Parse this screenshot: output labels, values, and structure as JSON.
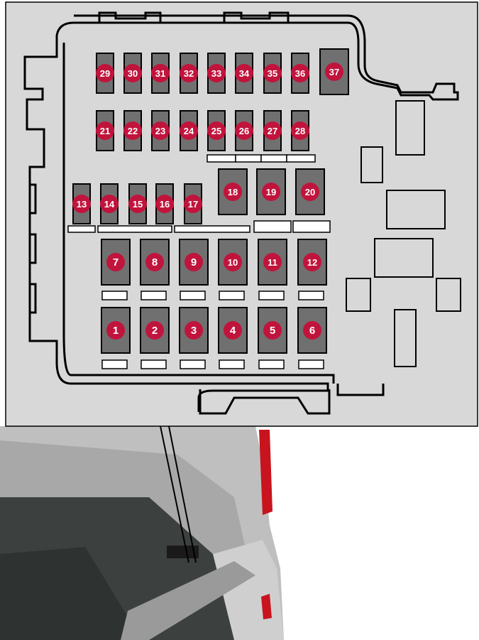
{
  "colors": {
    "panel_bg": "#d8d8d8",
    "outline": "#000000",
    "fuse_fill": "#707070",
    "marker": "#c0143c",
    "marker_text": "#ffffff",
    "car_body": "#c9c9c9",
    "cargo_floor": "#3c413f",
    "taillight": "#c8141e"
  },
  "fuses": [
    {
      "label": "1"
    },
    {
      "label": "2"
    },
    {
      "label": "3"
    },
    {
      "label": "4"
    },
    {
      "label": "5"
    },
    {
      "label": "6"
    },
    {
      "label": "7"
    },
    {
      "label": "8"
    },
    {
      "label": "9"
    },
    {
      "label": "10"
    },
    {
      "label": "11"
    },
    {
      "label": "12"
    },
    {
      "label": "13"
    },
    {
      "label": "14"
    },
    {
      "label": "15"
    },
    {
      "label": "16"
    },
    {
      "label": "17"
    },
    {
      "label": "18"
    },
    {
      "label": "19"
    },
    {
      "label": "20"
    },
    {
      "label": "21"
    },
    {
      "label": "22"
    },
    {
      "label": "23"
    },
    {
      "label": "24"
    },
    {
      "label": "25"
    },
    {
      "label": "26"
    },
    {
      "label": "27"
    },
    {
      "label": "28"
    },
    {
      "label": "29"
    },
    {
      "label": "30"
    },
    {
      "label": "31"
    },
    {
      "label": "32"
    },
    {
      "label": "33"
    },
    {
      "label": "34"
    },
    {
      "label": "35"
    },
    {
      "label": "36"
    },
    {
      "label": "37"
    }
  ]
}
